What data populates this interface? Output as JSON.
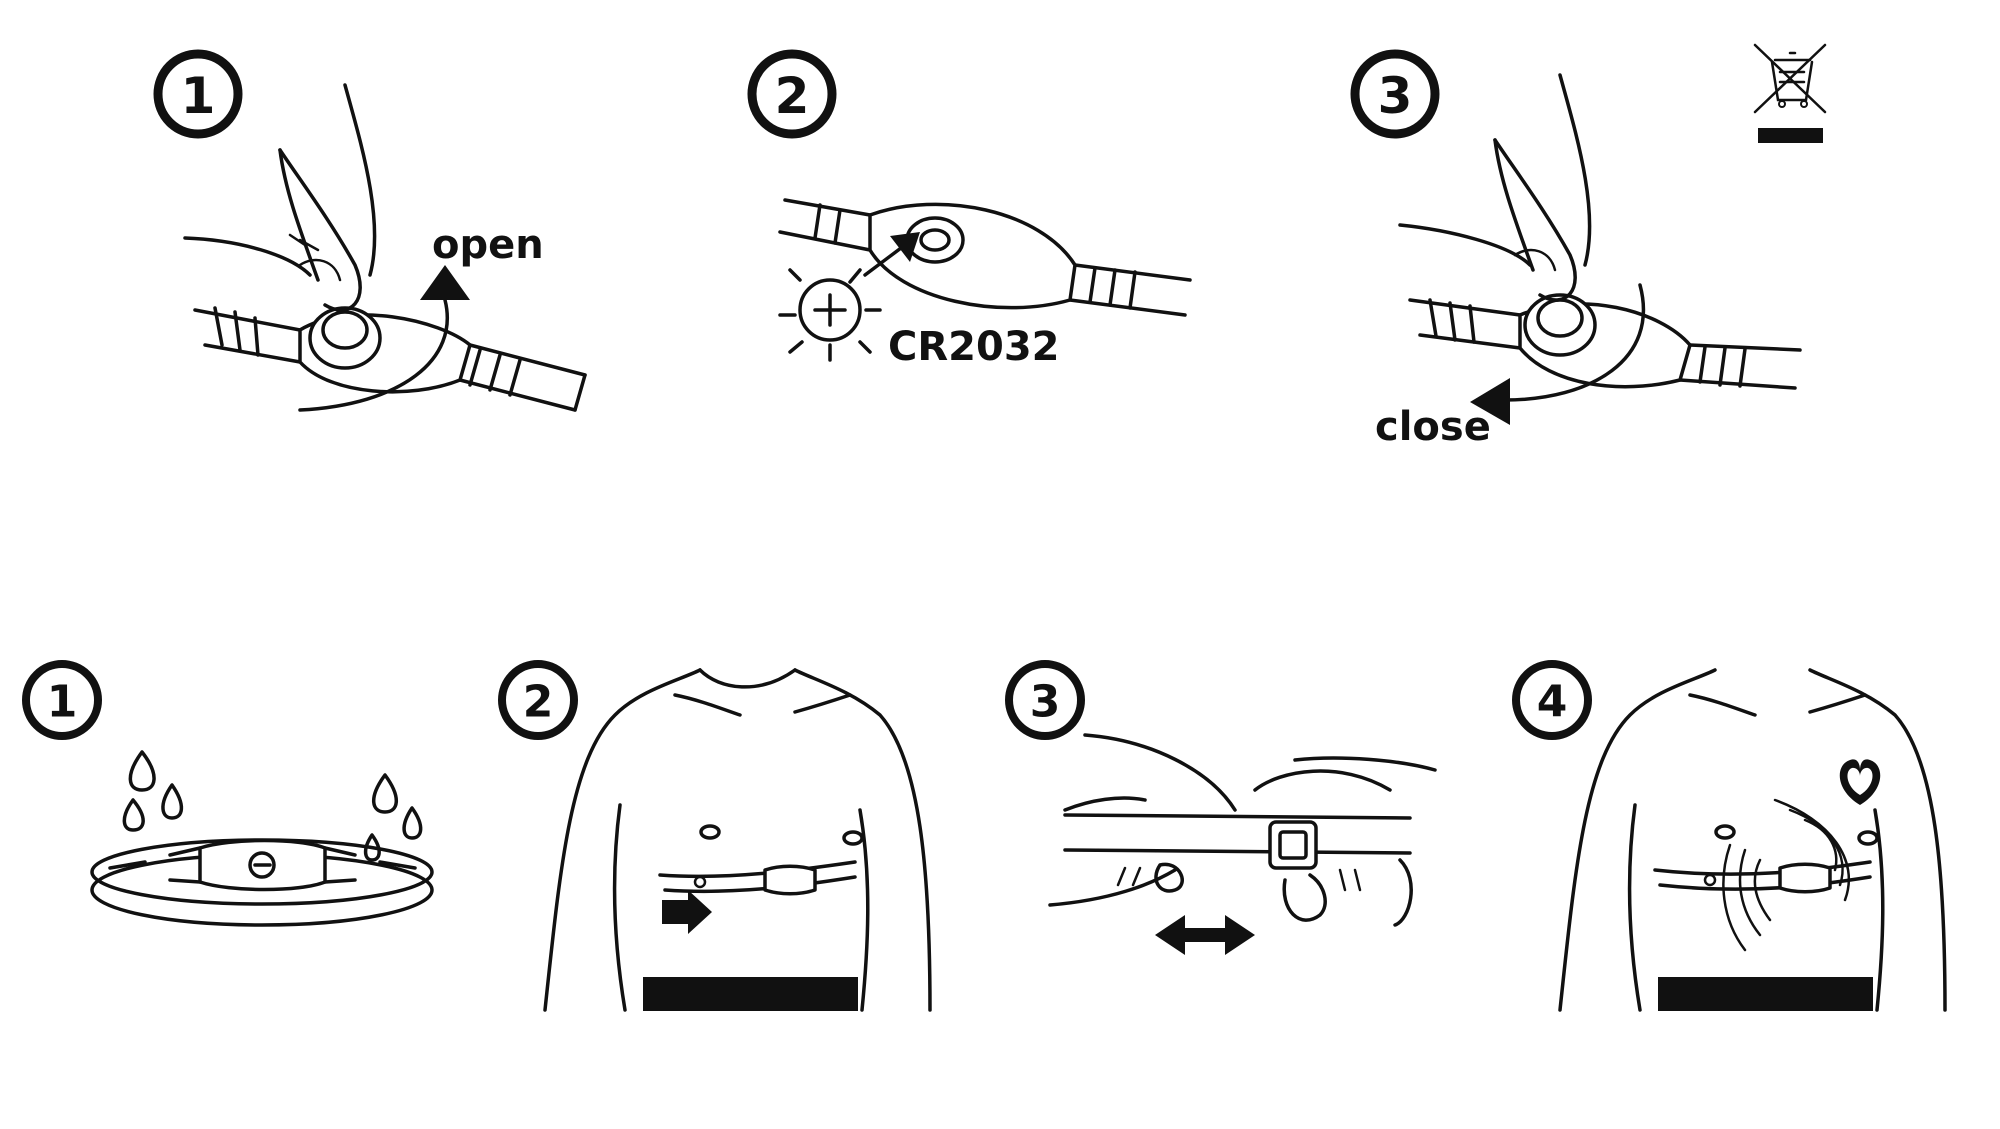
{
  "battery_steps": [
    {
      "number": "1",
      "label": "open"
    },
    {
      "number": "2",
      "label": "CR2032"
    },
    {
      "number": "3",
      "label": "close"
    }
  ],
  "wearing_steps": [
    {
      "number": "1"
    },
    {
      "number": "2"
    },
    {
      "number": "3"
    },
    {
      "number": "4"
    }
  ],
  "weee_icon": "crossed-out-wheelie-bin-icon"
}
